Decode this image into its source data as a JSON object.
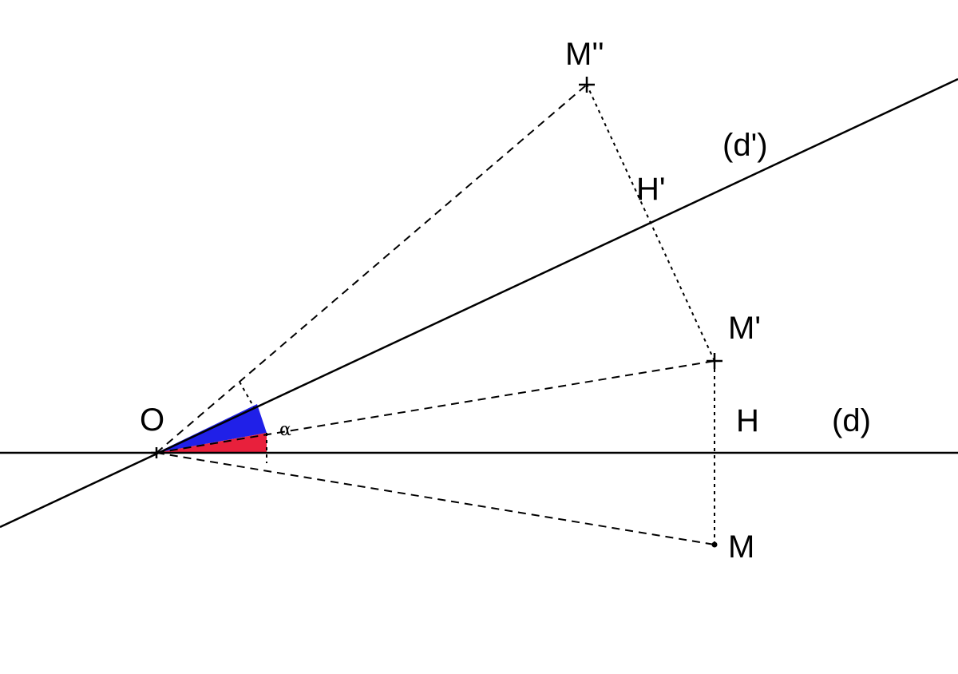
{
  "labels": {
    "O": "O",
    "M": "M",
    "M_prime": "M'",
    "M_double": "M''",
    "H": "H",
    "H_prime": "H'",
    "d": "(d)",
    "d_prime": "(d')",
    "alpha": "α"
  },
  "colors": {
    "angle_upper": "#2020e8",
    "angle_lower": "#e8203c",
    "stroke": "#000000"
  }
}
